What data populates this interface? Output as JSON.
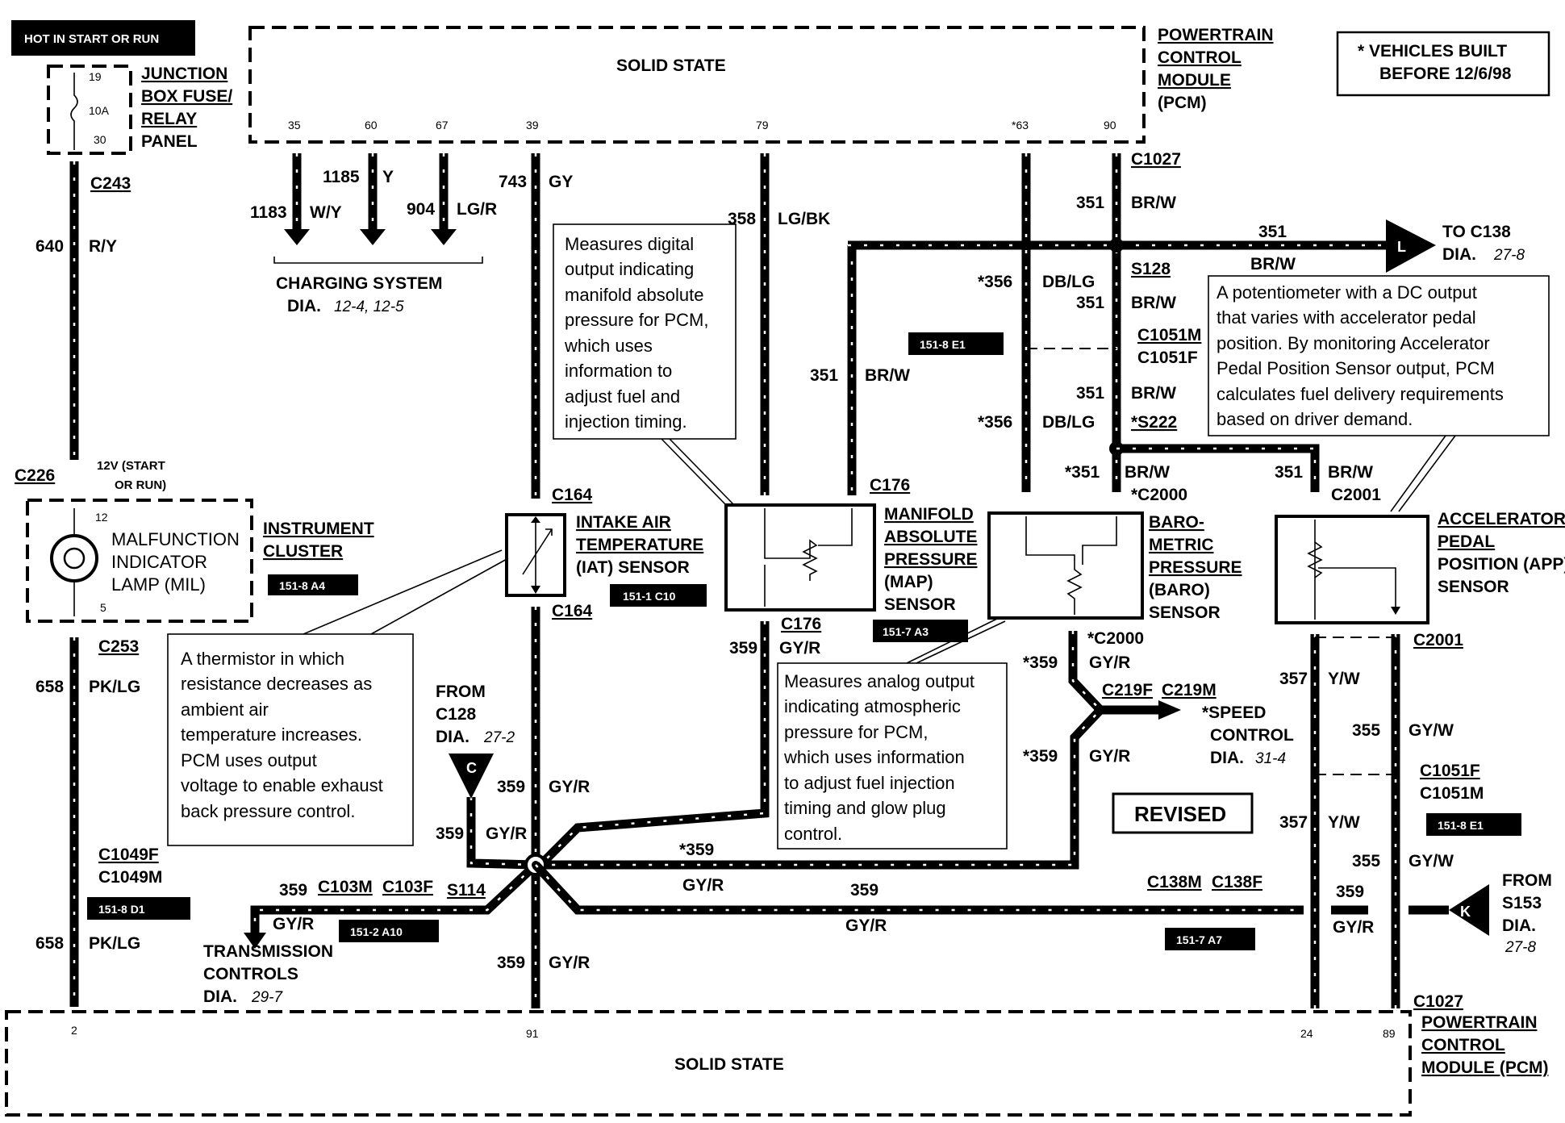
{
  "header": {
    "hot_label": "HOT IN START OR RUN",
    "vehicles_note_line1": "* VEHICLES BUILT",
    "vehicles_note_line2": "BEFORE 12/6/98"
  },
  "pcm": {
    "top_label": "SOLID STATE",
    "bottom_label": "SOLID STATE",
    "title_lines": [
      "POWERTRAIN",
      "CONTROL",
      "MODULE",
      "(PCM)"
    ],
    "bottom_title_lines": [
      "POWERTRAIN",
      "CONTROL",
      "MODULE (PCM)"
    ],
    "top_pins": [
      "35",
      "60",
      "67",
      "39",
      "79",
      "*63",
      "90"
    ],
    "bottom_pins": [
      "2",
      "91",
      "24",
      "89"
    ]
  },
  "fuse_panel": {
    "lines": [
      "JUNCTION",
      "BOX FUSE/",
      "RELAY",
      "PANEL"
    ],
    "pin_top": "19",
    "rating": "10A",
    "pin_bottom": "30"
  },
  "instrument_cluster": {
    "title_lines": [
      "INSTRUMENT",
      "CLUSTER"
    ],
    "lamp_lines": [
      "MALFUNCTION",
      "INDICATOR",
      "LAMP (MIL)"
    ],
    "pin_top": "12",
    "pin_bottom": "5",
    "ref": "151-8 A4",
    "supply_lines": [
      "12V (START",
      "OR RUN)"
    ]
  },
  "charging": {
    "title": "CHARGING SYSTEM",
    "dia_prefix": "DIA.",
    "dia_refs": "12-4, 12-5"
  },
  "wires": {
    "w1183": "1183",
    "w1183c": "W/Y",
    "w1185": "1185",
    "w1185c": "Y",
    "w904": "904",
    "w904c": "LG/R",
    "w743": "743",
    "w743c": "GY",
    "w358": "358",
    "w358c": "LG/BK",
    "w640": "640",
    "w640c": "R/Y",
    "w658": "658",
    "w658c": "PK/LG",
    "w351": "351",
    "w351c": "BR/W",
    "w356": "*356",
    "w356c": "DB/LG",
    "w351s": "*351",
    "w359": "359",
    "w359s": "*359",
    "w359c": "GY/R",
    "w357": "357",
    "w357c": "Y/W",
    "w355": "355",
    "w355c": "GY/W"
  },
  "connectors": {
    "c243": "C243",
    "c226": "C226",
    "c253": "C253",
    "c1049f": "C1049F",
    "c1049m": "C1049M",
    "c1027": "C1027",
    "s128": "S128",
    "c1051m": "C1051M",
    "c1051f": "C1051F",
    "s222": "*S222",
    "c2000": "*C2000",
    "c2001": "C2001",
    "c164": "C164",
    "c176": "C176",
    "c219f": "C219F",
    "c219m": "C219M",
    "c103m": "C103M",
    "c103f": "C103F",
    "s114": "S114",
    "c138m": "C138M",
    "c138f": "C138F"
  },
  "refs": {
    "r151_8e1": "151-8 E1",
    "r151_1c10": "151-1 C10",
    "r151_7a3": "151-7 A3",
    "r151_8d1": "151-8 D1",
    "r151_2a10": "151-2 A10",
    "r151_7a7": "151-7 A7"
  },
  "sensors": {
    "iat_lines": [
      "INTAKE AIR",
      "TEMPERATURE",
      "(IAT) SENSOR"
    ],
    "map_lines": [
      "MANIFOLD",
      "ABSOLUTE",
      "PRESSURE",
      "(MAP)",
      "SENSOR"
    ],
    "baro_lines": [
      "BARO-",
      "METRIC",
      "PRESSURE",
      "(BARO)",
      "SENSOR"
    ],
    "app_lines": [
      "ACCELERATOR",
      "PEDAL",
      "POSITION (APP)",
      "SENSOR"
    ]
  },
  "notes": {
    "map_note": [
      "Measures digital",
      "output indicating",
      "manifold absolute",
      "pressure for PCM,",
      "which uses",
      "information to",
      "adjust fuel and",
      "injection timing."
    ],
    "iat_note": [
      "A thermistor in which",
      "resistance decreases as",
      "ambient air",
      "temperature increases.",
      "PCM uses output",
      "voltage to enable exhaust",
      "back pressure control."
    ],
    "baro_note": [
      "Measures analog output",
      "indicating atmospheric",
      "pressure for PCM,",
      "which uses information",
      "to adjust fuel injection",
      "timing and glow plug",
      "control."
    ],
    "app_note": [
      "A potentiometer with a DC output",
      "that varies with accelerator pedal",
      "position.  By monitoring Accelerator",
      "Pedal Position Sensor output, PCM",
      "calculates fuel delivery requirements",
      "based on driver demand."
    ]
  },
  "offpage": {
    "to_c138_line1": "TO C138",
    "to_c138_dia": "DIA.",
    "to_c138_ref": "27-8",
    "l_letter": "L",
    "from_c128": [
      "FROM",
      "C128"
    ],
    "from_c128_dia": "DIA.",
    "from_c128_ref": "27-2",
    "c_letter": "C",
    "speed_lines": [
      "*SPEED",
      "CONTROL"
    ],
    "speed_dia": "DIA.",
    "speed_ref": "31-4",
    "trans_lines": [
      "TRANSMISSION",
      "CONTROLS"
    ],
    "trans_dia": "DIA.",
    "trans_ref": "29-7",
    "from_s153": [
      "FROM",
      "S153",
      "DIA."
    ],
    "from_s153_ref": "27-8",
    "k_letter": "K"
  },
  "stamp": "REVISED"
}
